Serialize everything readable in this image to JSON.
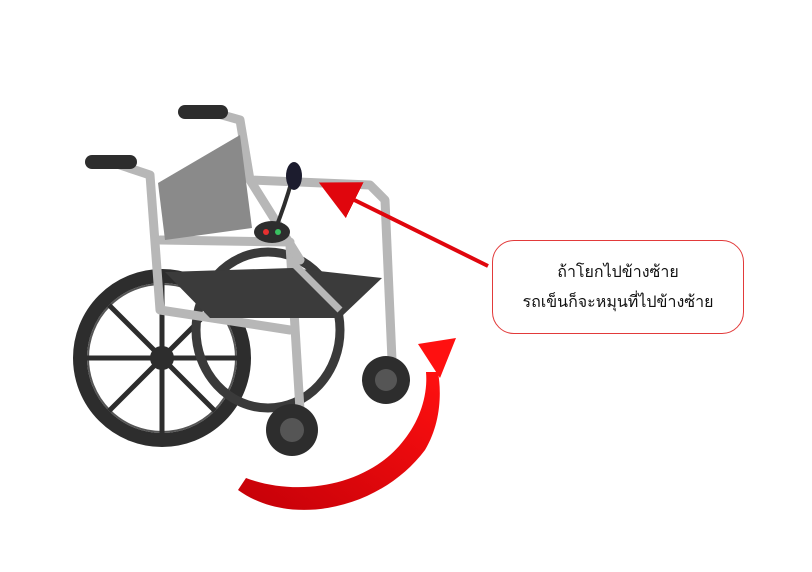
{
  "callout": {
    "line1": "ถ้าโยกไปข้างซ้าย",
    "line2": "รถเข็นก็จะหมุนที่ไปข้างซ้าย"
  },
  "colors": {
    "arrow": "#e0060d",
    "callout_border": "#e23a3a",
    "frame": "#b7b7b7",
    "seat": "#8a8a8a",
    "tire": "#2d2d2d",
    "joystick": "#1c1c2e"
  },
  "icons": {
    "wheelchair": "wheelchair-illustration",
    "pointer": "red-pointer-arrow",
    "rotation": "curved-rotation-arrow"
  }
}
